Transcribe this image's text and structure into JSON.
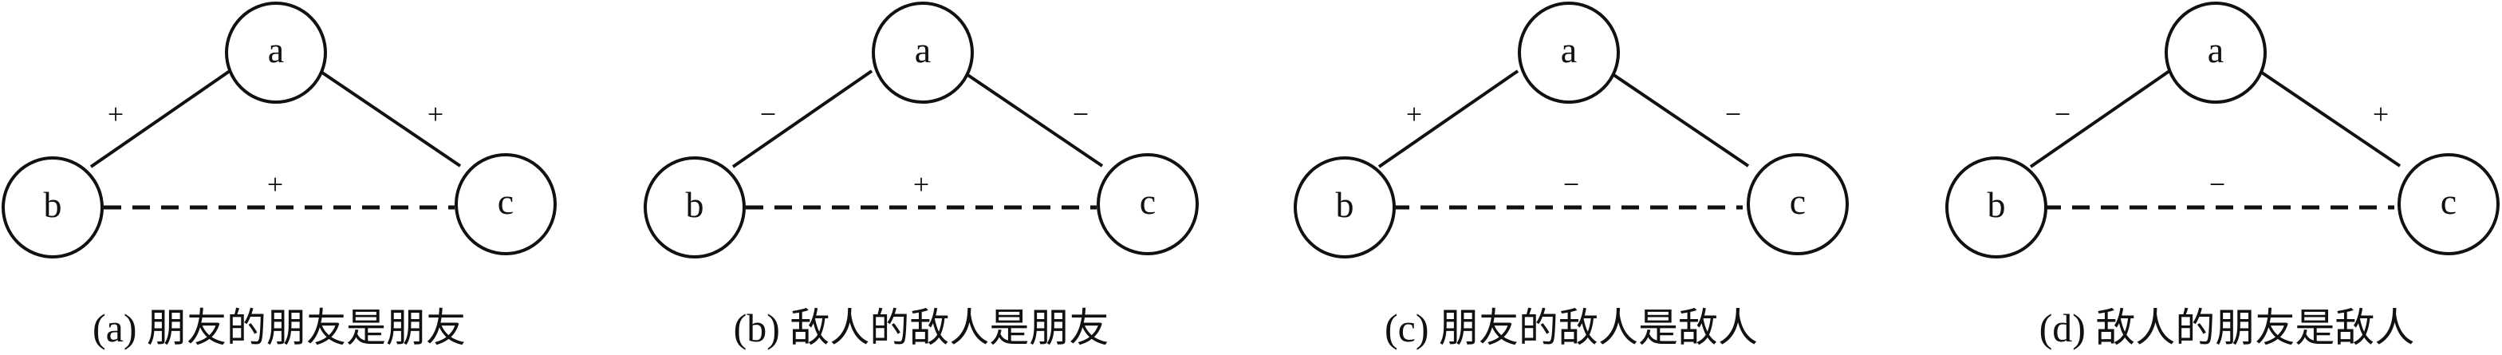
{
  "panels": [
    {
      "caption": "(a) 朋友的朋友是朋友",
      "nodes": {
        "a": "a",
        "b": "b",
        "c": "c"
      },
      "edges": {
        "ab": "+",
        "ac": "+",
        "bc": "+"
      }
    },
    {
      "caption": "(b) 敌人的敌人是朋友",
      "nodes": {
        "a": "a",
        "b": "b",
        "c": "c"
      },
      "edges": {
        "ab": "−",
        "ac": "−",
        "bc": "+"
      }
    },
    {
      "caption": "(c) 朋友的敌人是敌人",
      "nodes": {
        "a": "a",
        "b": "b",
        "c": "c"
      },
      "edges": {
        "ab": "+",
        "ac": "−",
        "bc": "−"
      }
    },
    {
      "caption": "(d) 敌人的朋友是敌人",
      "nodes": {
        "a": "a",
        "b": "b",
        "c": "c"
      },
      "edges": {
        "ab": "−",
        "ac": "+",
        "bc": "−"
      }
    }
  ]
}
